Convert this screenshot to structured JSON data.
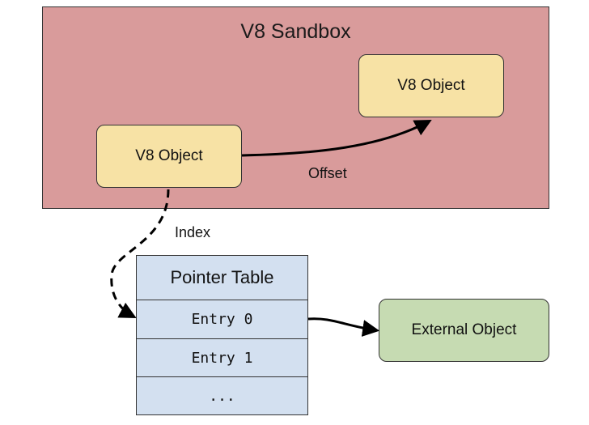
{
  "sandbox": {
    "title": "V8 Sandbox",
    "color": "#d99b9b"
  },
  "objects": {
    "left_label": "V8 Object",
    "right_label": "V8 Object",
    "color": "#f7e2a5"
  },
  "edges": {
    "offset_label": "Offset",
    "index_label": "Index"
  },
  "pointer_table": {
    "header": "Pointer Table",
    "entries": [
      "Entry 0",
      "Entry 1",
      "..."
    ],
    "color": "#d3e0f0"
  },
  "external_object": {
    "label": "External Object",
    "color": "#c6dbb2"
  }
}
